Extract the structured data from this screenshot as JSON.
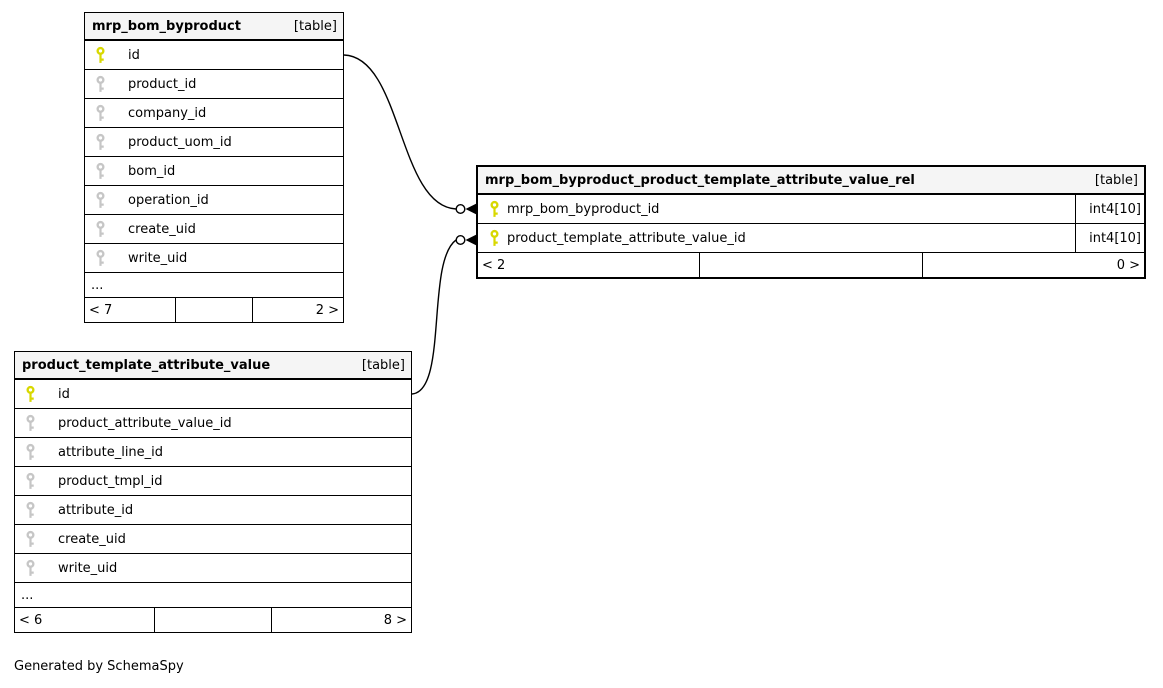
{
  "caption": "Generated by SchemaSpy",
  "colors": {
    "primary_key": "#d8d800",
    "foreign_key": "#c6c6c6",
    "header_bg": "#f5f5f5",
    "border": "#000000"
  },
  "tables": [
    {
      "name": "mrp_bom_byproduct",
      "tag": "[table]",
      "columns": [
        {
          "name": "id",
          "icon": "primary-key-icon"
        },
        {
          "name": "product_id",
          "icon": "foreign-key-icon"
        },
        {
          "name": "company_id",
          "icon": "foreign-key-icon"
        },
        {
          "name": "product_uom_id",
          "icon": "foreign-key-icon"
        },
        {
          "name": "bom_id",
          "icon": "foreign-key-icon"
        },
        {
          "name": "operation_id",
          "icon": "foreign-key-icon"
        },
        {
          "name": "create_uid",
          "icon": "foreign-key-icon"
        },
        {
          "name": "write_uid",
          "icon": "foreign-key-icon"
        }
      ],
      "ellipsis": "...",
      "footer": {
        "left": "< 7",
        "middle": "",
        "right": "2 >"
      }
    },
    {
      "name": "mrp_bom_byproduct_product_template_attribute_value_rel",
      "tag": "[table]",
      "columns": [
        {
          "name": "mrp_bom_byproduct_id",
          "type": "int4[10]",
          "icon": "primary-key-icon"
        },
        {
          "name": "product_template_attribute_value_id",
          "type": "int4[10]",
          "icon": "primary-key-icon"
        }
      ],
      "footer": {
        "left": "< 2",
        "middle": "",
        "right": "0 >"
      }
    },
    {
      "name": "product_template_attribute_value",
      "tag": "[table]",
      "columns": [
        {
          "name": "id",
          "icon": "primary-key-icon"
        },
        {
          "name": "product_attribute_value_id",
          "icon": "foreign-key-icon"
        },
        {
          "name": "attribute_line_id",
          "icon": "foreign-key-icon"
        },
        {
          "name": "product_tmpl_id",
          "icon": "foreign-key-icon"
        },
        {
          "name": "attribute_id",
          "icon": "foreign-key-icon"
        },
        {
          "name": "create_uid",
          "icon": "foreign-key-icon"
        },
        {
          "name": "write_uid",
          "icon": "foreign-key-icon"
        }
      ],
      "ellipsis": "...",
      "footer": {
        "left": "< 6",
        "middle": "",
        "right": "8 >"
      }
    }
  ],
  "relationships": [
    {
      "from": "mrp_bom_byproduct.id",
      "to": "mrp_bom_byproduct_product_template_attribute_value_rel.mrp_bom_byproduct_id"
    },
    {
      "from": "product_template_attribute_value.id",
      "to": "mrp_bom_byproduct_product_template_attribute_value_rel.product_template_attribute_value_id"
    }
  ]
}
